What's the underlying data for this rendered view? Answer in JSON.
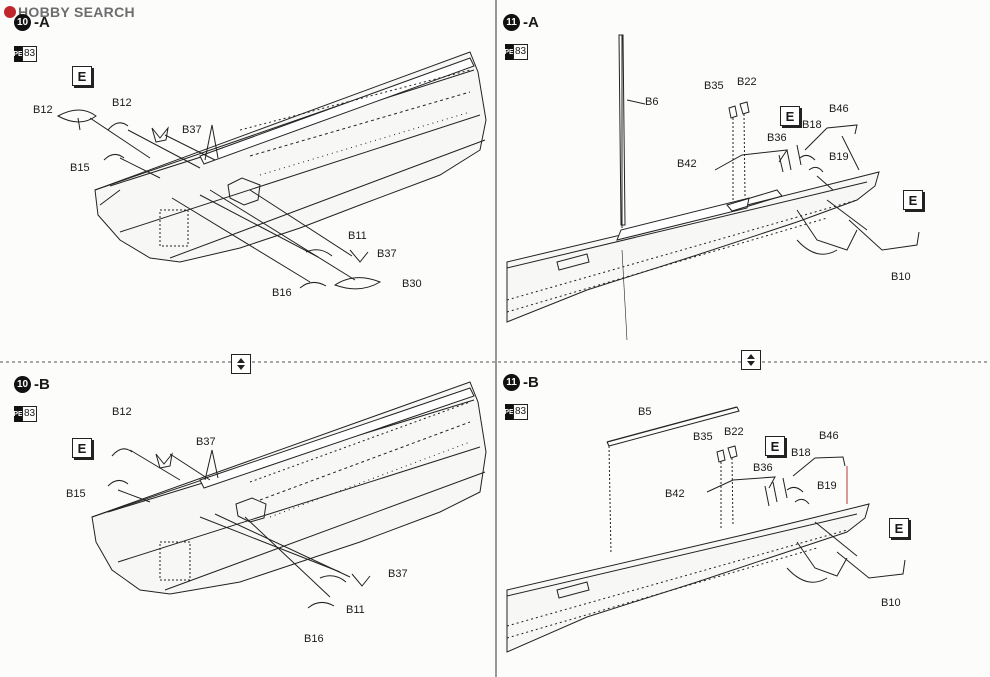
{
  "watermark": {
    "logo_text": "HOBBY SEARCH"
  },
  "panels": {
    "p10a": {
      "step": "10",
      "suffix": "-A",
      "pe_ref": "83",
      "e_mark": "E",
      "labels": [
        "B12",
        "B12",
        "B37",
        "B15",
        "B11",
        "B37",
        "B16",
        "B30"
      ]
    },
    "p10b": {
      "step": "10",
      "suffix": "-B",
      "pe_ref": "83",
      "e_mark": "E",
      "labels": [
        "B12",
        "B37",
        "B15",
        "B37",
        "B11",
        "B16"
      ]
    },
    "p11a": {
      "step": "11",
      "suffix": "-A",
      "pe_ref": "83",
      "e_mark": "E",
      "e_mark2": "E",
      "labels": [
        "B6",
        "B35",
        "B22",
        "B46",
        "B18",
        "B36",
        "B42",
        "B19",
        "B10"
      ]
    },
    "p11b": {
      "step": "11",
      "suffix": "-B",
      "pe_ref": "83",
      "e_mark": "E",
      "e_mark2": "E",
      "labels": [
        "B5",
        "B35",
        "B22",
        "B46",
        "B36",
        "B18",
        "B42",
        "B19",
        "B10"
      ]
    }
  },
  "icons": [
    "flip-over-icon",
    "photo-etch-icon"
  ]
}
